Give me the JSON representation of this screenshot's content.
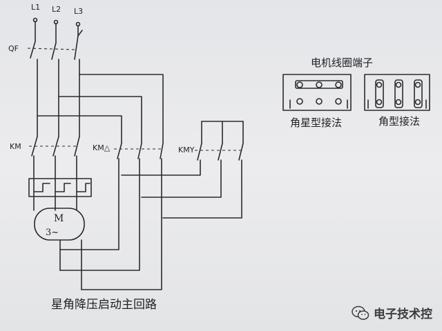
{
  "labels": {
    "phase_l1": "L1",
    "phase_l2": "L2",
    "phase_l3": "L3",
    "breaker": "QF",
    "contactor_main": "KM",
    "contactor_delta": "KM△",
    "contactor_star": "KMY",
    "motor_letter": "M",
    "motor_sub": "3~",
    "terminal_title": "电机线圈端子",
    "star_connection": "角星型接法",
    "delta_connection": "角型接法",
    "diagram_title": "星角降压启动主回路"
  },
  "watermark": {
    "text": "电子技术控",
    "icon": "wechat-icon"
  },
  "colors": {
    "ink": "#2a2a2e",
    "paper": "#e6e7e9"
  }
}
